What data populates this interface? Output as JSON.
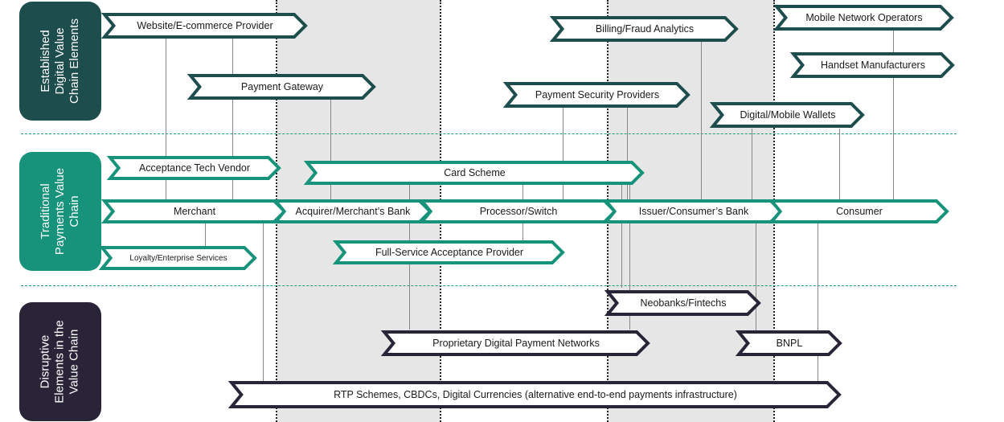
{
  "sections": [
    {
      "label": "Established\nDigital Value\nChain Elements",
      "color": "#1e4d4d"
    },
    {
      "label": "Traditional\nPayments Value\nChain",
      "color": "#16937a"
    },
    {
      "label": "Disruptive\nElements in the\nValue Chain",
      "color": "#2a2438"
    }
  ],
  "established": {
    "website_provider": "Website/E-commerce Provider",
    "billing_fraud": "Billing/Fraud Analytics",
    "mobile_network_operators": "Mobile Network Operators",
    "handset_manufacturers": "Handset Manufacturers",
    "payment_gateway": "Payment Gateway",
    "payment_security": "Payment Security Providers",
    "digital_wallets": "Digital/Mobile Wallets"
  },
  "traditional": {
    "acceptance_tech_vendor": "Acceptance Tech Vendor",
    "card_scheme": "Card Scheme",
    "merchant": "Merchant",
    "acquirer": "Acquirer/Merchant’s Bank",
    "processor": "Processor/Switch",
    "issuer": "Issuer/Consumer’s Bank",
    "consumer": "Consumer",
    "loyalty": "Loyalty/Enterprise Services",
    "full_service": "Full-Service Acceptance Provider"
  },
  "disruptive": {
    "neobanks": "Neobanks/Fintechs",
    "proprietary_networks": "Proprietary Digital Payment Networks",
    "bnpl": "BNPL",
    "rtp": "RTP Schemes, CBDCs, Digital Currencies (alternative end-to-end payments infrastructure)"
  },
  "colors": {
    "dark_teal": "#1e4d4d",
    "teal": "#16937a",
    "dark_purple": "#2a2438",
    "shade": "#e6e6e6"
  }
}
